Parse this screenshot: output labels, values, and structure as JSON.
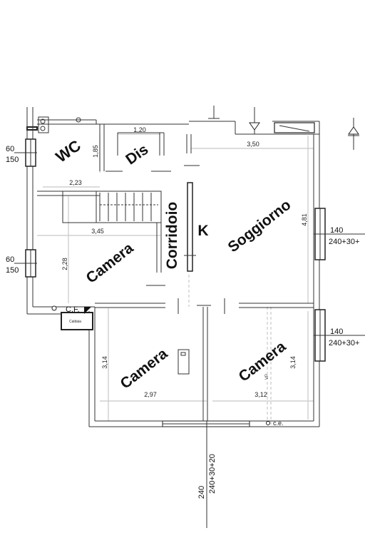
{
  "rooms": {
    "wc": "WC",
    "dis": "Dis",
    "corridoio": "Corridoio",
    "k": "K",
    "soggiorno": "Soggiorno",
    "camera_left": "Camera",
    "camera_bottom_left": "Camera",
    "camera_bottom_right": "Camera"
  },
  "dimensions": {
    "d_1_20": "1,20",
    "d_3_50": "3,50",
    "d_1_85": "1,85",
    "d_2_23": "2,23",
    "d_3_45": "3,45",
    "d_2_28": "2,28",
    "d_4_81": "4,81",
    "d_3_14_left": "3,14",
    "d_3_14_right": "3,14",
    "d_2_97": "2,97",
    "d_3_12": "3,12"
  },
  "windows": {
    "w_left_top_a": "60",
    "w_left_top_b": "150",
    "w_left_mid_a": "60",
    "w_left_mid_b": "150",
    "w_right_top_a": "140",
    "w_right_top_b": "240+30+",
    "w_right_bot_a": "140",
    "w_right_bot_b": "240+30+",
    "w_bottom_a": "240",
    "w_bottom_b": "240+30+20"
  },
  "labels": {
    "cf": "C.F.",
    "ce": "c.e.",
    "caldaia": "Caldaia",
    "vp": "VP"
  }
}
